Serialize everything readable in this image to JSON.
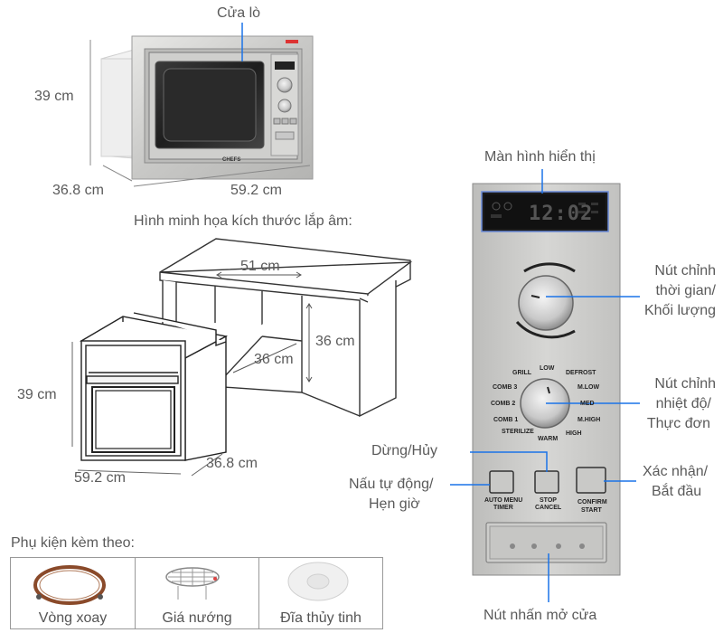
{
  "top_oven": {
    "door_label": "Cửa lò",
    "height": "39 cm",
    "depth": "36.8 cm",
    "width": "59.2 cm",
    "brand": "CHEFS"
  },
  "install": {
    "title": "Hình minh họa kích thước lắp âm:",
    "cabinet_width": "51 cm",
    "cabinet_height": "36 cm",
    "cabinet_depth": "36 cm",
    "oven_height": "39 cm",
    "oven_width": "59.2 cm",
    "oven_depth": "36.8 cm"
  },
  "panel": {
    "display_label": "Màn hình hiển thị",
    "display_digits": "12:02",
    "time_knob_label_1": "Nút chỉnh",
    "time_knob_label_2": "thời gian/",
    "time_knob_label_3": "Khối lượng",
    "temp_knob_label_1": "Nút chỉnh",
    "temp_knob_label_2": "nhiệt độ/",
    "temp_knob_label_3": "Thực đơn",
    "stop_label": "Dừng/Hủy",
    "auto_label_1": "Nấu tự động/",
    "auto_label_2": "Hẹn giờ",
    "confirm_label_1": "Xác nhận/",
    "confirm_label_2": "Bắt đầu",
    "door_button_label": "Nút nhấn mở cửa",
    "modes": {
      "low": "LOW",
      "grill": "GRILL",
      "defrost": "DEFROST",
      "comb3": "COMB 3",
      "mlow": "M.LOW",
      "comb2": "COMB 2",
      "med": "MED",
      "comb1": "COMB 1",
      "mhigh": "M.HIGH",
      "sterilize": "STERILIZE",
      "high": "HIGH",
      "warm": "WARM"
    },
    "buttons": {
      "auto_1": "AUTO MENU",
      "auto_2": "TIMER",
      "stop_1": "STOP",
      "stop_2": "CANCEL",
      "confirm_1": "CONFIRM",
      "confirm_2": "START"
    }
  },
  "accessories": {
    "title": "Phụ kiện kèm theo:",
    "items": [
      "Vòng xoay",
      "Giá nướng",
      "Đĩa thủy tinh"
    ]
  }
}
